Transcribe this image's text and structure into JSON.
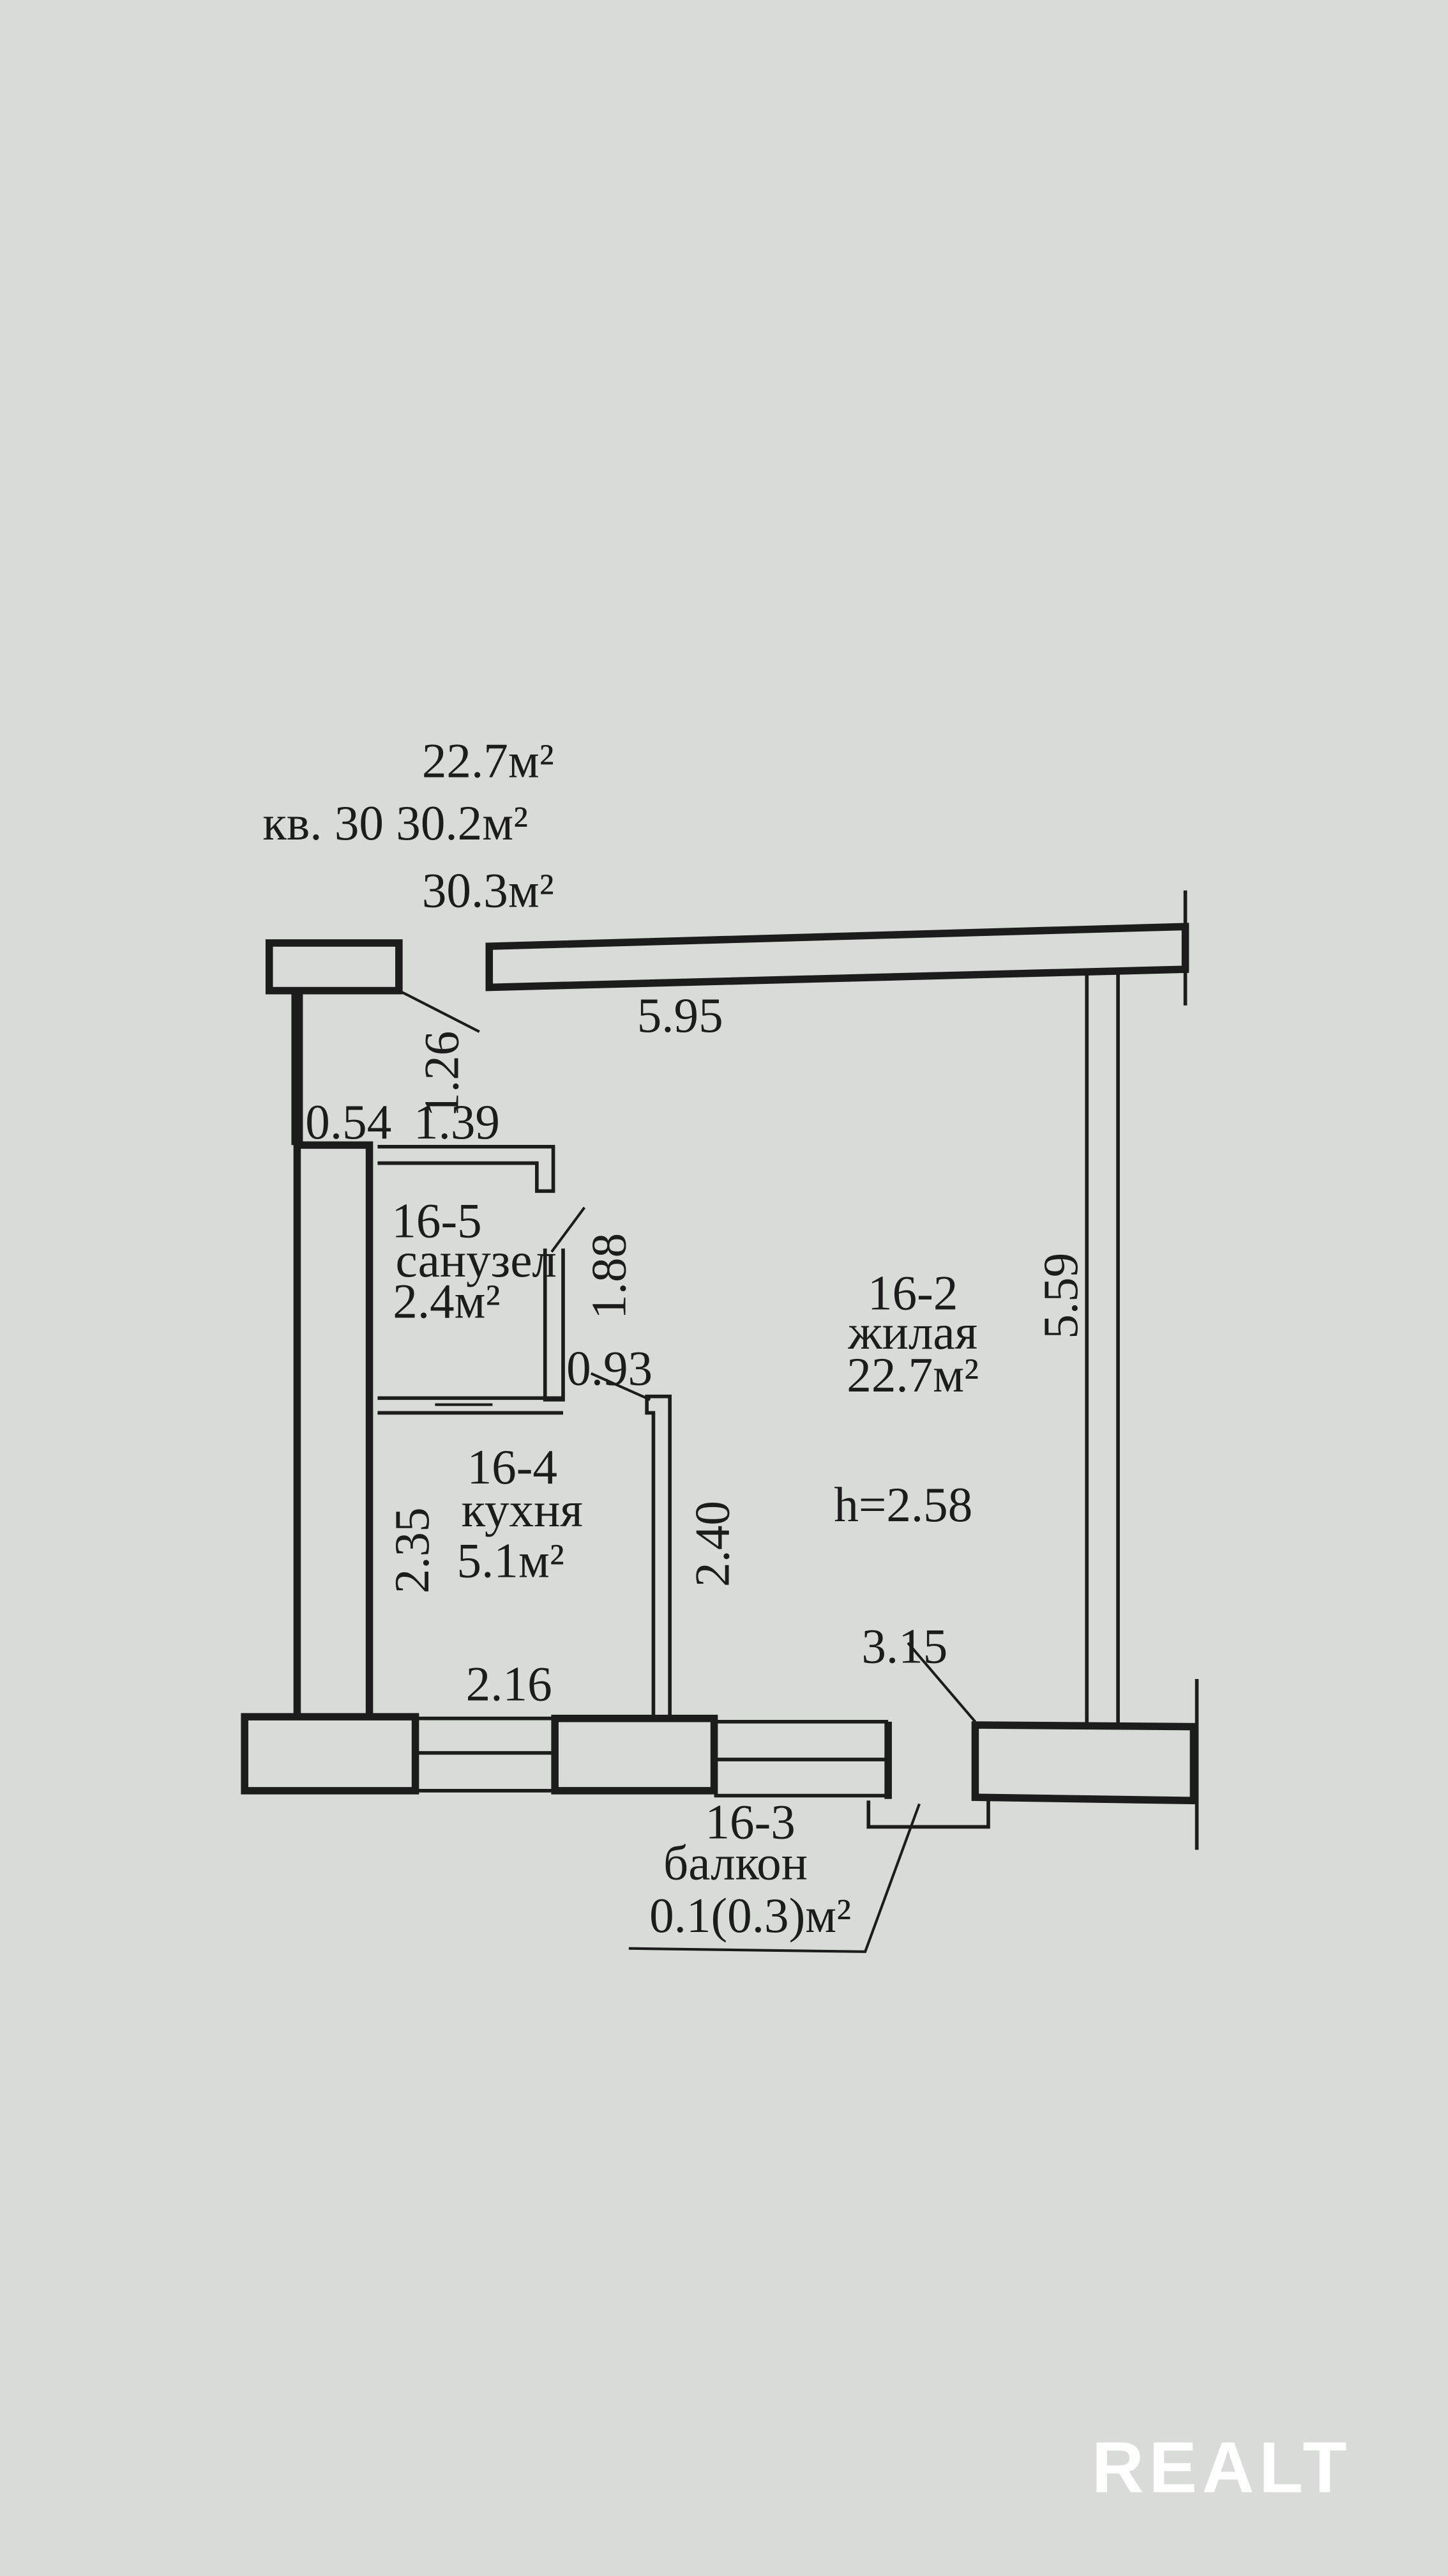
{
  "header": {
    "living_area": "22.7м²",
    "apartment": "кв. 30 30.2м²",
    "total_area": "30.3м²"
  },
  "dimensions": {
    "top_wall": "5.95",
    "entrance": "1.26",
    "hall_a": "0.54",
    "hall_b": "1.39",
    "bath_depth": "1.88",
    "passage": "0.93",
    "right_wall": "5.59",
    "kitchen_left": "2.35",
    "kitchen_right": "2.40",
    "kitchen_width": "2.16",
    "room_bottom": "3.15",
    "ceiling_height": "h=2.58"
  },
  "rooms": [
    {
      "id": "16-5",
      "name": "санузел",
      "area": "2.4м²"
    },
    {
      "id": "16-2",
      "name": "жилая",
      "area": "22.7м²"
    },
    {
      "id": "16-4",
      "name": "кухня",
      "area": "5.1м²"
    },
    {
      "id": "16-3",
      "name": "балкон",
      "area": "0.1(0.3)м²"
    }
  ],
  "watermark": "REALT"
}
